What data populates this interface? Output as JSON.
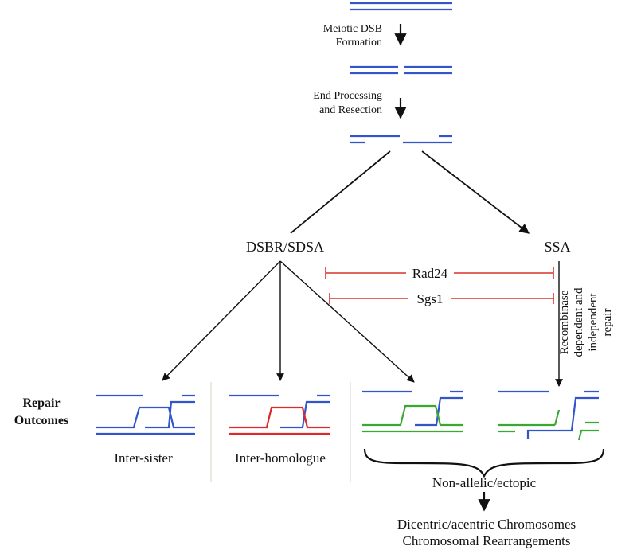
{
  "steps": {
    "dsb_formation": [
      "Meiotic DSB",
      "Formation"
    ],
    "end_processing": [
      "End Processing",
      "and Resection"
    ]
  },
  "pathways": {
    "dsbr_sdsa": "DSBR/SDSA",
    "ssa": "SSA"
  },
  "inhibitors": {
    "rad24": "Rad24",
    "sgs1": "Sgs1"
  },
  "recombinase_note": [
    "Recombinase",
    "dependent and",
    "independent",
    "repair"
  ],
  "repair_outcomes_heading": [
    "Repair",
    "Outcomes"
  ],
  "outcomes": {
    "inter_sister": "Inter-sister",
    "inter_homologue": "Inter-homologue",
    "non_allelic": "Non-allelic/ectopic"
  },
  "consequences": [
    "Dicentric/acentric Chromosomes",
    "Chromosomal Rearrangements"
  ],
  "colors": {
    "sister_dna": "#3355cc",
    "homologue_dna": "#dd2a2a",
    "ectopic_dna": "#3aa832",
    "inhibition": "#d9322b",
    "arrow": "#111111",
    "divider": "#e6e2d6"
  }
}
